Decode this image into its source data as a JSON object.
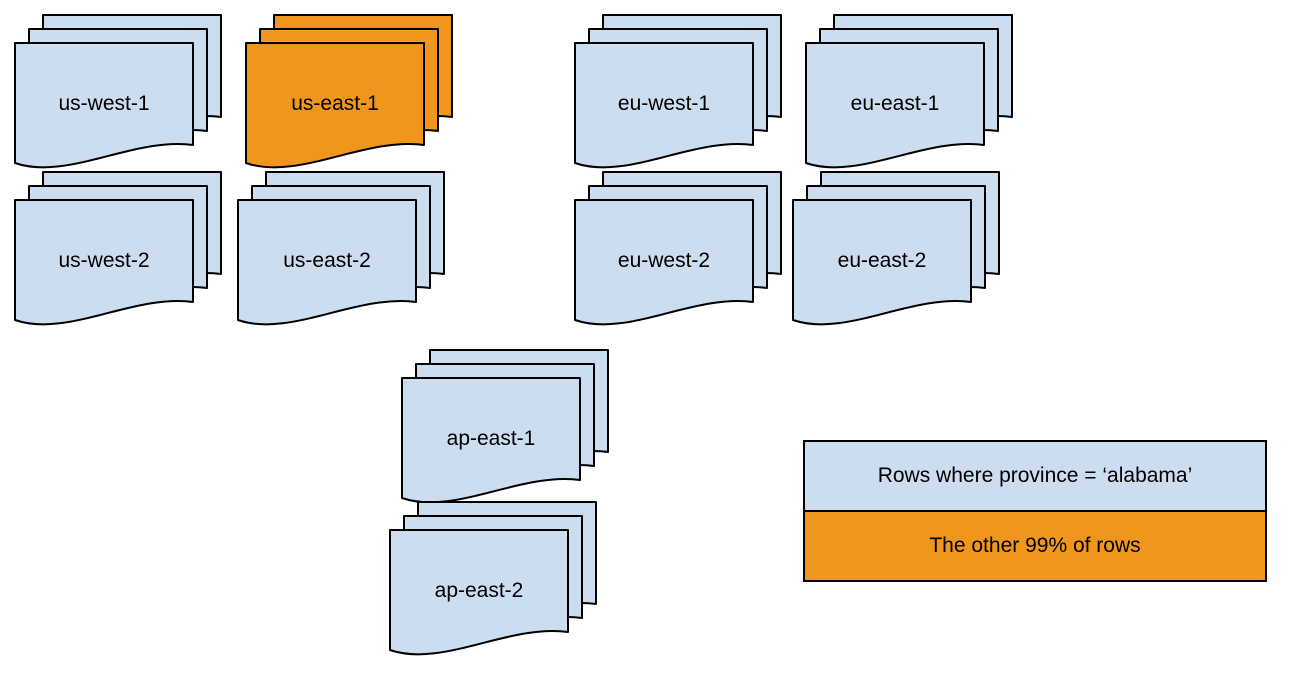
{
  "colors": {
    "background": "#ffffff",
    "outline": "#000000",
    "doc_blue": "#cdddf0",
    "doc_orange": "#f0961d"
  },
  "stacks": [
    {
      "id": "us-west-1",
      "label": "us-west-1",
      "highlighted": false,
      "color": "#cdddf0"
    },
    {
      "id": "us-east-1",
      "label": "us-east-1",
      "highlighted": true,
      "color": "#f0961d"
    },
    {
      "id": "eu-west-1",
      "label": "eu-west-1",
      "highlighted": false,
      "color": "#cdddf0"
    },
    {
      "id": "eu-east-1",
      "label": "eu-east-1",
      "highlighted": false,
      "color": "#cdddf0"
    },
    {
      "id": "us-west-2",
      "label": "us-west-2",
      "highlighted": false,
      "color": "#cdddf0"
    },
    {
      "id": "us-east-2",
      "label": "us-east-2",
      "highlighted": false,
      "color": "#cdddf0"
    },
    {
      "id": "eu-west-2",
      "label": "eu-west-2",
      "highlighted": false,
      "color": "#cdddf0"
    },
    {
      "id": "eu-east-2",
      "label": "eu-east-2",
      "highlighted": false,
      "color": "#cdddf0"
    },
    {
      "id": "ap-east-1",
      "label": "ap-east-1",
      "highlighted": false,
      "color": "#cdddf0"
    },
    {
      "id": "ap-east-2",
      "label": "ap-east-2",
      "highlighted": false,
      "color": "#cdddf0"
    }
  ],
  "legend": {
    "items": [
      {
        "label": "Rows where province = ‘alabama’",
        "color": "#cdddf0"
      },
      {
        "label": "The other 99% of rows",
        "color": "#f0961d"
      }
    ]
  }
}
